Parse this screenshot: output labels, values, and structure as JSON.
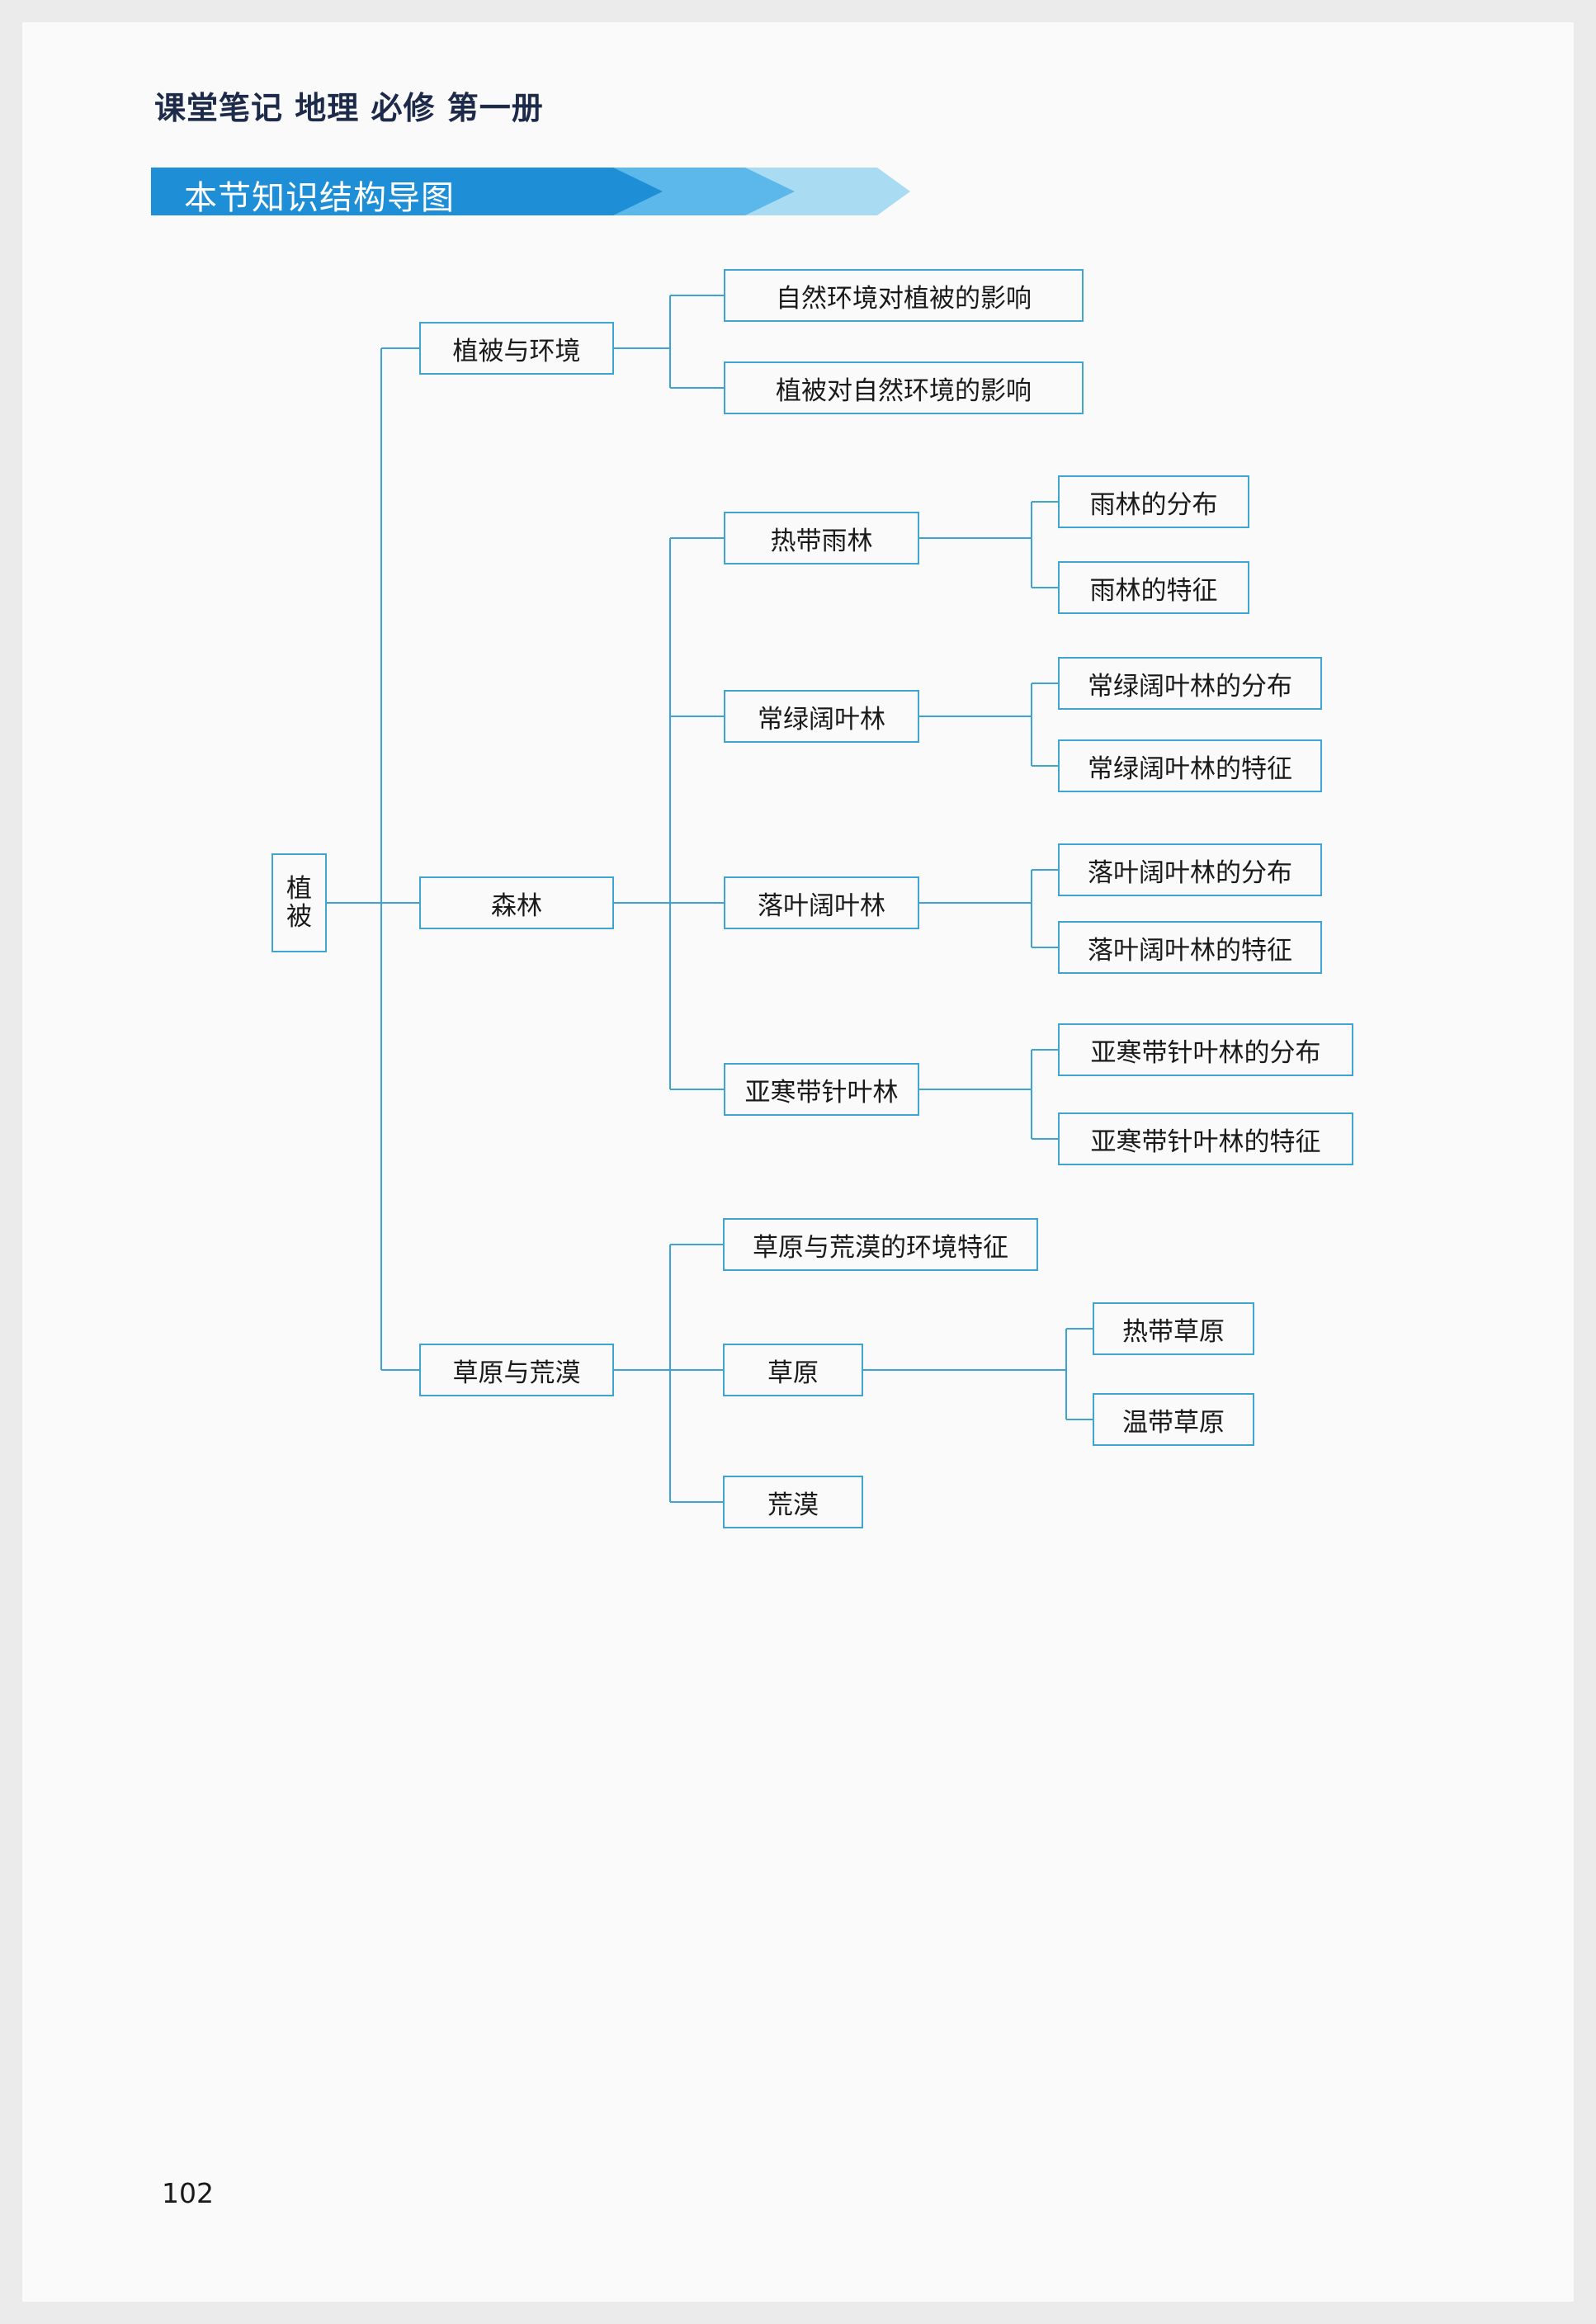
{
  "header": {
    "title": "课堂笔记 地理 必修 第一册"
  },
  "banner": {
    "title": "本节知识结构导图"
  },
  "colors": {
    "accent": "#1e8fd6",
    "line": "#3fa4cf"
  },
  "mindmap": {
    "root": {
      "char1": "植",
      "char2": "被"
    },
    "branch1": {
      "label": "植被与环境",
      "children": [
        "自然环境对植被的影响",
        "植被对自然环境的影响"
      ]
    },
    "branch2": {
      "label": "森林",
      "children": [
        {
          "label": "热带雨林",
          "children": [
            "雨林的分布",
            "雨林的特征"
          ]
        },
        {
          "label": "常绿阔叶林",
          "children": [
            "常绿阔叶林的分布",
            "常绿阔叶林的特征"
          ]
        },
        {
          "label": "落叶阔叶林",
          "children": [
            "落叶阔叶林的分布",
            "落叶阔叶林的特征"
          ]
        },
        {
          "label": "亚寒带针叶林",
          "children": [
            "亚寒带针叶林的分布",
            "亚寒带针叶林的特征"
          ]
        }
      ]
    },
    "branch3": {
      "label": "草原与荒漠",
      "children": [
        {
          "label": "草原与荒漠的环境特征"
        },
        {
          "label": "草原",
          "children": [
            "热带草原",
            "温带草原"
          ]
        },
        {
          "label": "荒漠"
        }
      ]
    }
  },
  "page_number": "102"
}
